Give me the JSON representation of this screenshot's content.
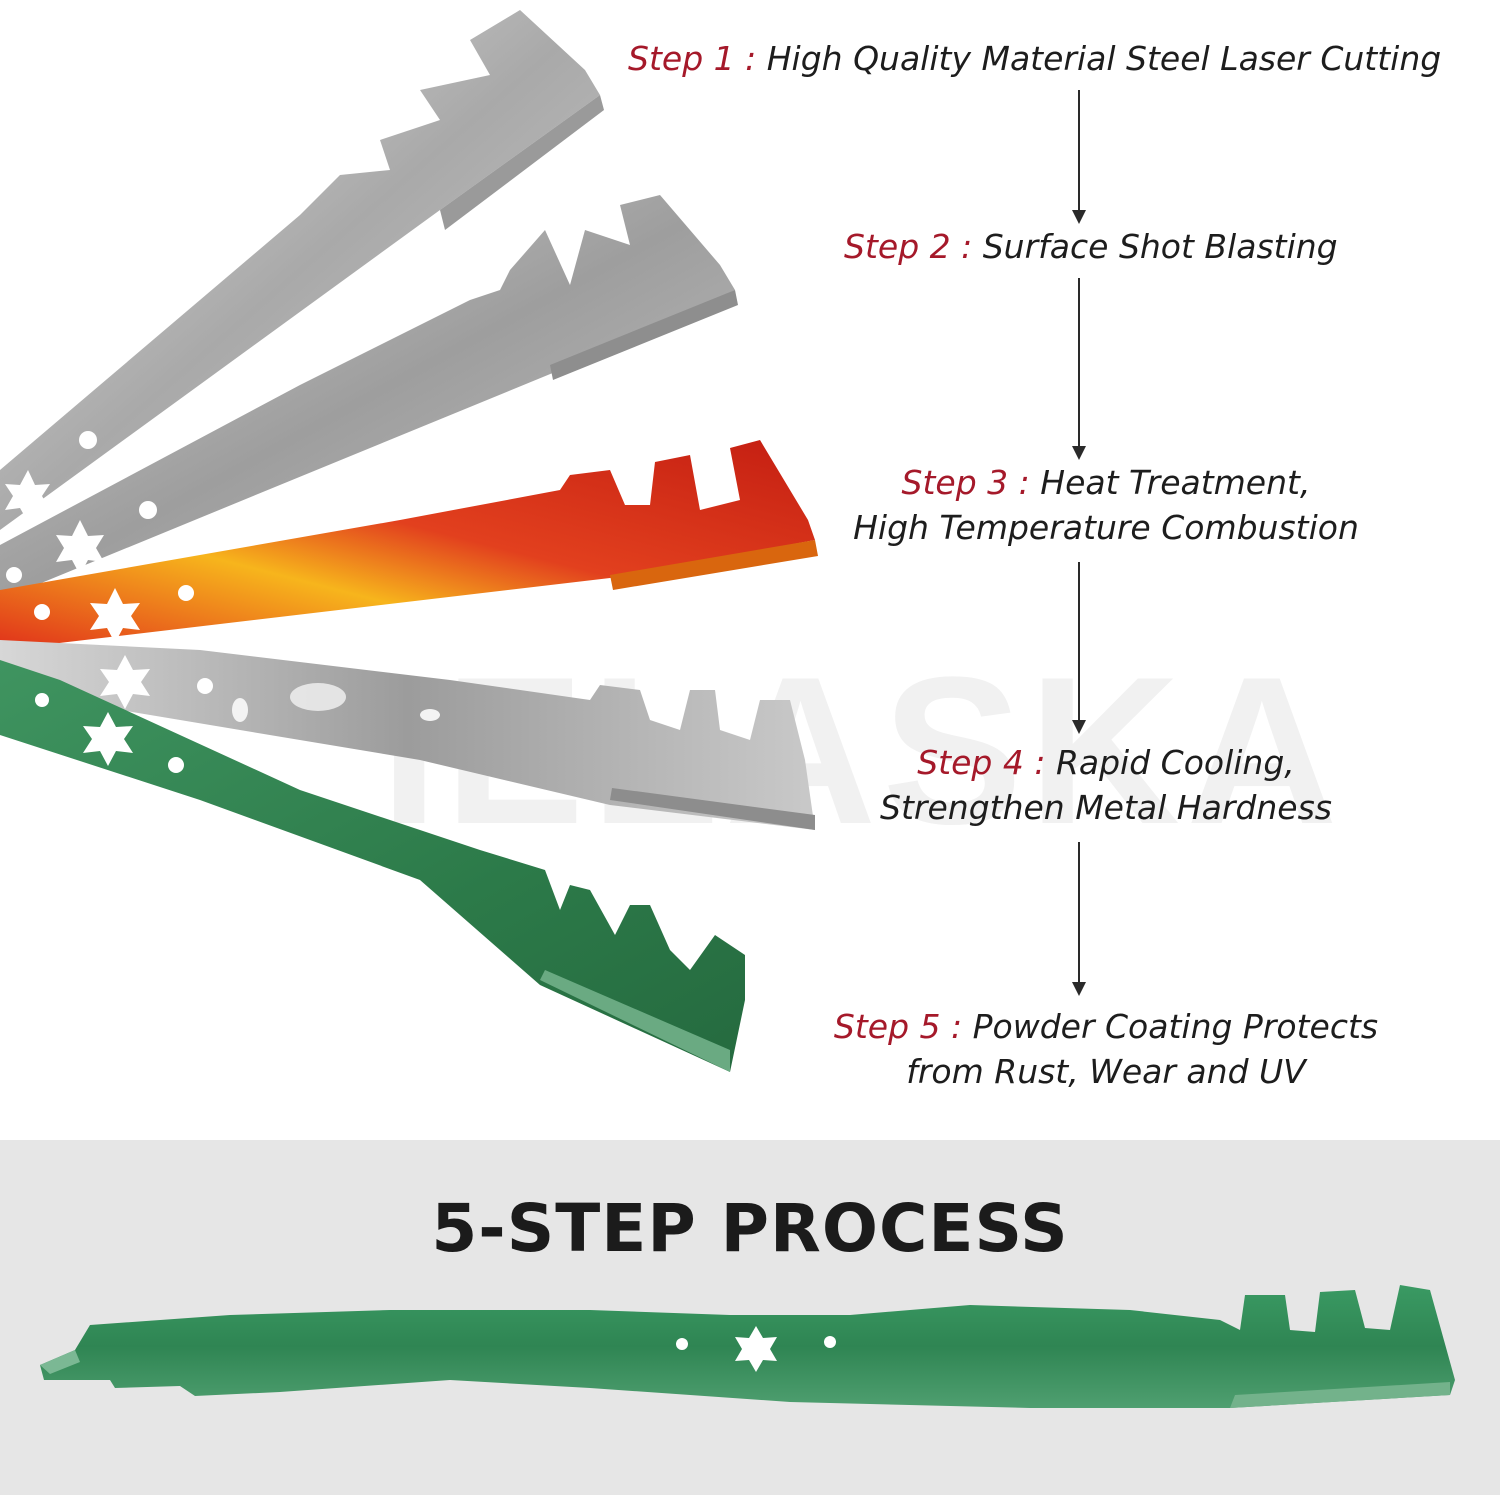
{
  "watermark": "IELASKA",
  "steps": [
    {
      "label": "Step 1 :",
      "text": "High Quality Material Steel Laser Cutting",
      "line2": ""
    },
    {
      "label": "Step 2 :",
      "text": "Surface Shot Blasting",
      "line2": ""
    },
    {
      "label": "Step 3 :",
      "text": "Heat Treatment,",
      "line2": "High Temperature Combustion"
    },
    {
      "label": "Step 4 :",
      "text": "Rapid Cooling,",
      "line2": "Strengthen Metal Hardness"
    },
    {
      "label": "Step 5 :",
      "text": "Powder Coating Protects",
      "line2": "from Rust, Wear and UV"
    }
  ],
  "process_title": "5-STEP PROCESS",
  "colors": {
    "step_label": "#a5192a",
    "text": "#1d1d1d",
    "bottom_band": "#e6e6e6",
    "blade_green": "#2f7d4a",
    "blade_red": "#d9331c",
    "blade_silver": "#b8b8b8"
  }
}
